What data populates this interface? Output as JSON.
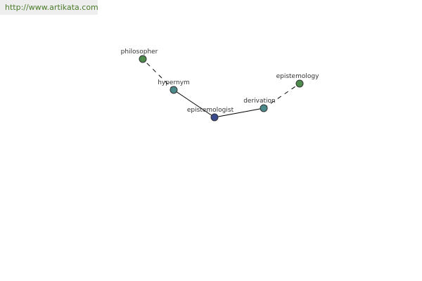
{
  "site": {
    "url": "http://www.artikata.com"
  },
  "colors": {
    "banner_background": "#eeeeee",
    "banner_text": "#4a7a2a",
    "edge": "#000000",
    "node_stroke": "#333333",
    "center_node": "#3b4a8c",
    "relation_node": "#4a8a8a",
    "word_node": "#4e8c4e"
  },
  "graph": {
    "nodes": [
      {
        "id": "epistemologist",
        "label": "epistemologist",
        "kind": "center",
        "icon": "circle"
      },
      {
        "id": "hypernym",
        "label": "hypernym",
        "kind": "relation",
        "icon": "circle"
      },
      {
        "id": "philosopher",
        "label": "philosopher",
        "kind": "word",
        "icon": "circle"
      },
      {
        "id": "derivation",
        "label": "derivation",
        "kind": "relation",
        "icon": "circle"
      },
      {
        "id": "epistemology",
        "label": "epistemology",
        "kind": "word",
        "icon": "circle"
      }
    ],
    "edges": [
      {
        "from": "epistemologist",
        "to": "hypernym",
        "style": "solid"
      },
      {
        "from": "hypernym",
        "to": "philosopher",
        "style": "dashed"
      },
      {
        "from": "epistemologist",
        "to": "derivation",
        "style": "solid"
      },
      {
        "from": "derivation",
        "to": "epistemology",
        "style": "dashed"
      }
    ]
  }
}
